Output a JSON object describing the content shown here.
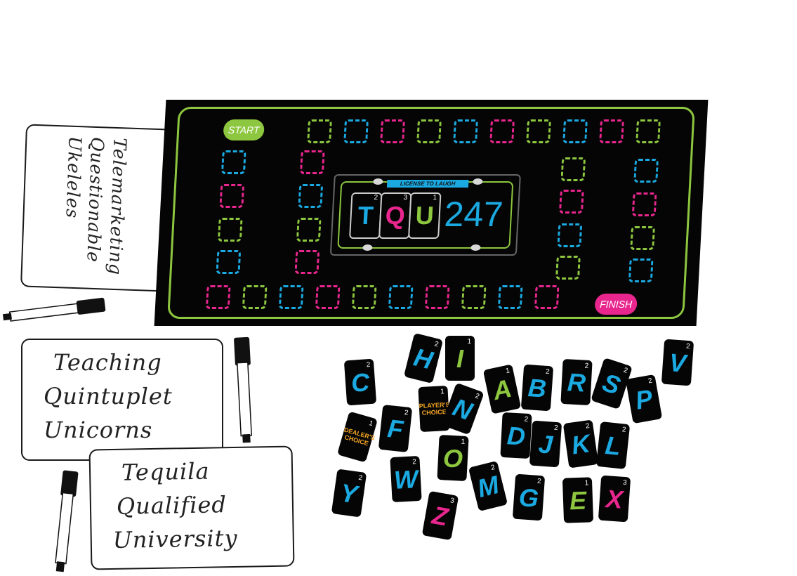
{
  "board": {
    "start_label": "START",
    "finish_label": "FINISH",
    "plate": {
      "header": "LICENSE TO LAUGH",
      "letters": [
        {
          "char": "T",
          "points": "2"
        },
        {
          "char": "Q",
          "points": "3"
        },
        {
          "char": "U",
          "points": "1"
        }
      ],
      "number": "247"
    }
  },
  "whiteboards": {
    "wb1": [
      "Telemarketing",
      "Questionable",
      "Ukeleles"
    ],
    "wb2": [
      "Teaching",
      "Quintuplet",
      "Unicorns"
    ],
    "wb3": [
      "Tequila",
      "Qualified",
      "University"
    ]
  },
  "tiles": [
    {
      "char": "C",
      "points": "2",
      "color": "#1ba9e1"
    },
    {
      "char": "H",
      "points": "2",
      "color": "#1ba9e1"
    },
    {
      "char": "I",
      "points": "1",
      "color": "#8dc63f"
    },
    {
      "char": "A",
      "points": "1",
      "color": "#8dc63f"
    },
    {
      "char": "B",
      "points": "2",
      "color": "#1ba9e1"
    },
    {
      "char": "R",
      "points": "2",
      "color": "#1ba9e1"
    },
    {
      "char": "S",
      "points": "2",
      "color": "#1ba9e1"
    },
    {
      "char": "V",
      "points": "2",
      "color": "#1ba9e1"
    },
    {
      "char": "P",
      "points": "2",
      "color": "#1ba9e1"
    },
    {
      "char": "PLAYER'S CHOICE",
      "points": "1",
      "color": "#f5a623"
    },
    {
      "char": "N",
      "points": "2",
      "color": "#1ba9e1"
    },
    {
      "char": "DEALER'S CHOICE",
      "points": "1",
      "color": "#f5a623"
    },
    {
      "char": "F",
      "points": "2",
      "color": "#1ba9e1"
    },
    {
      "char": "D",
      "points": "2",
      "color": "#1ba9e1"
    },
    {
      "char": "J",
      "points": "2",
      "color": "#1ba9e1"
    },
    {
      "char": "K",
      "points": "2",
      "color": "#1ba9e1"
    },
    {
      "char": "L",
      "points": "2",
      "color": "#1ba9e1"
    },
    {
      "char": "O",
      "points": "1",
      "color": "#8dc63f"
    },
    {
      "char": "Y",
      "points": "2",
      "color": "#1ba9e1"
    },
    {
      "char": "W",
      "points": "2",
      "color": "#1ba9e1"
    },
    {
      "char": "M",
      "points": "2",
      "color": "#1ba9e1"
    },
    {
      "char": "G",
      "points": "2",
      "color": "#1ba9e1"
    },
    {
      "char": "E",
      "points": "1",
      "color": "#8dc63f"
    },
    {
      "char": "X",
      "points": "3",
      "color": "#e8268e"
    },
    {
      "char": "Z",
      "points": "3",
      "color": "#e8268e"
    }
  ],
  "colors": {
    "green": "#8dc63f",
    "blue": "#1ba9e1",
    "pink": "#e8268e",
    "gold": "#f5a623"
  },
  "icons": [
    "dry-erase-marker-icon"
  ]
}
